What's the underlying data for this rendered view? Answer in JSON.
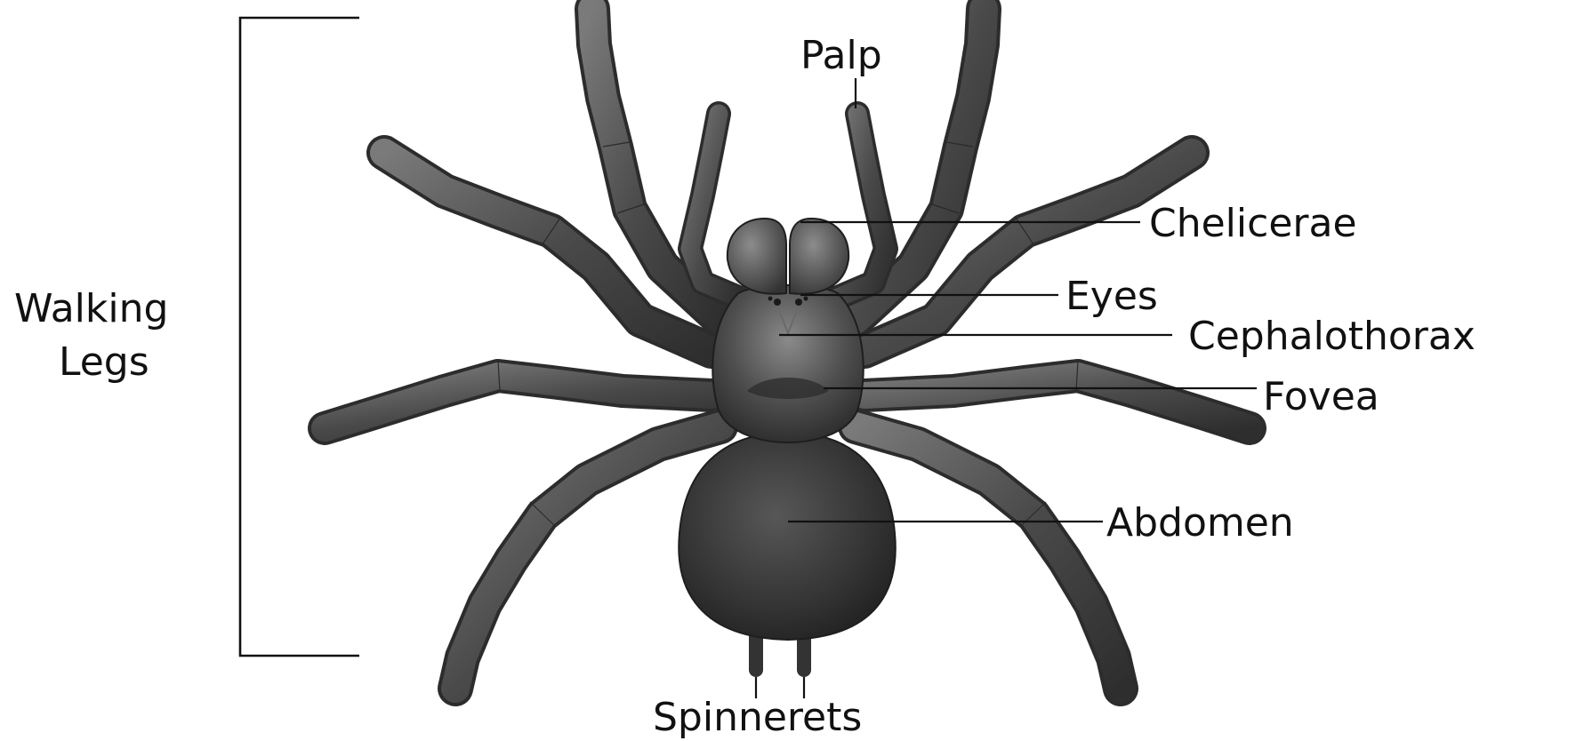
{
  "labels": {
    "walking_legs_line1": "Walking",
    "walking_legs_line2": "Legs",
    "palp": "Palp",
    "chelicerae": "Chelicerae",
    "eyes": "Eyes",
    "cephalothorax": "Cephalothorax",
    "fovea": "Fovea",
    "abdomen": "Abdomen",
    "spinnerets": "Spinnerets"
  },
  "colors": {
    "background": "#ffffff",
    "text": "#111111",
    "spider_dark": "#3a3a3a",
    "spider_mid": "#5a5a5a",
    "spider_light": "#8a8a8a"
  }
}
